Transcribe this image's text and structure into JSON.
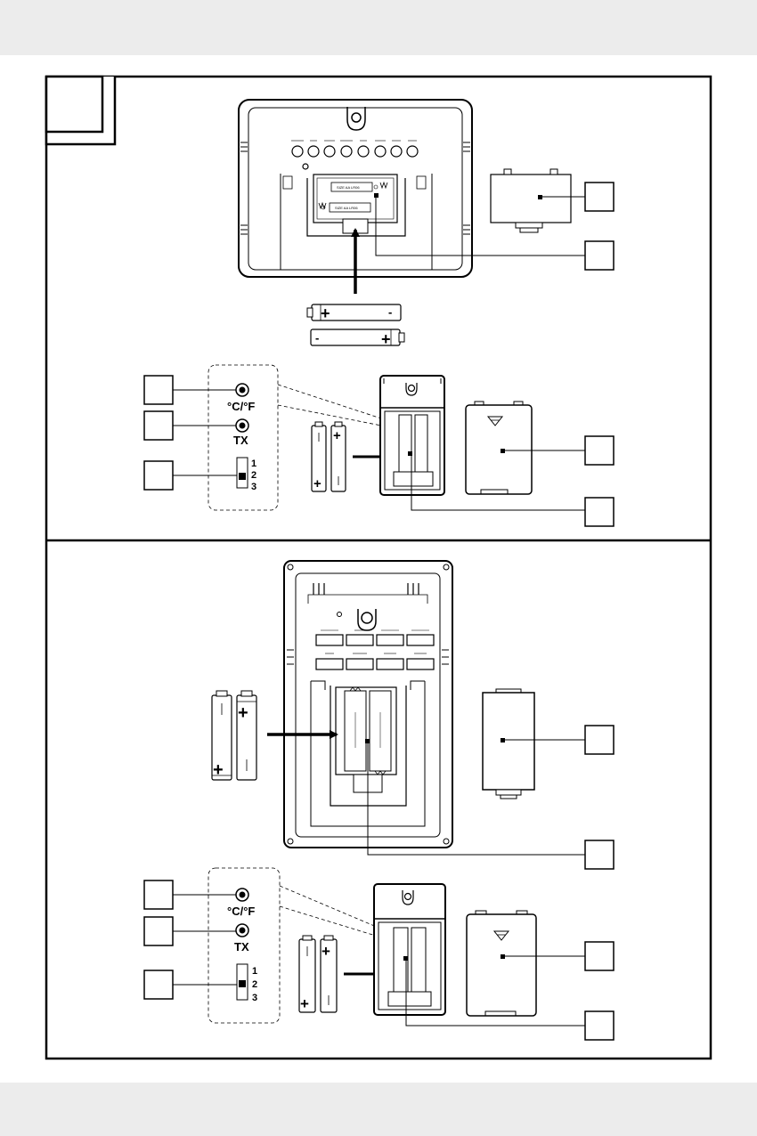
{
  "switch_labels": {
    "temp_unit": "°C/°F",
    "tx": "TX",
    "channel_1": "1",
    "channel_2": "2",
    "channel_3": "3"
  },
  "battery_compartment": {
    "upper_label": "SIZE AA LR06",
    "lower_label": "SIZE AA LR06"
  },
  "battery_polarity": {
    "plus": "+",
    "minus": "-"
  },
  "colors": {
    "line": "#000000",
    "background_band": "#ececec"
  }
}
